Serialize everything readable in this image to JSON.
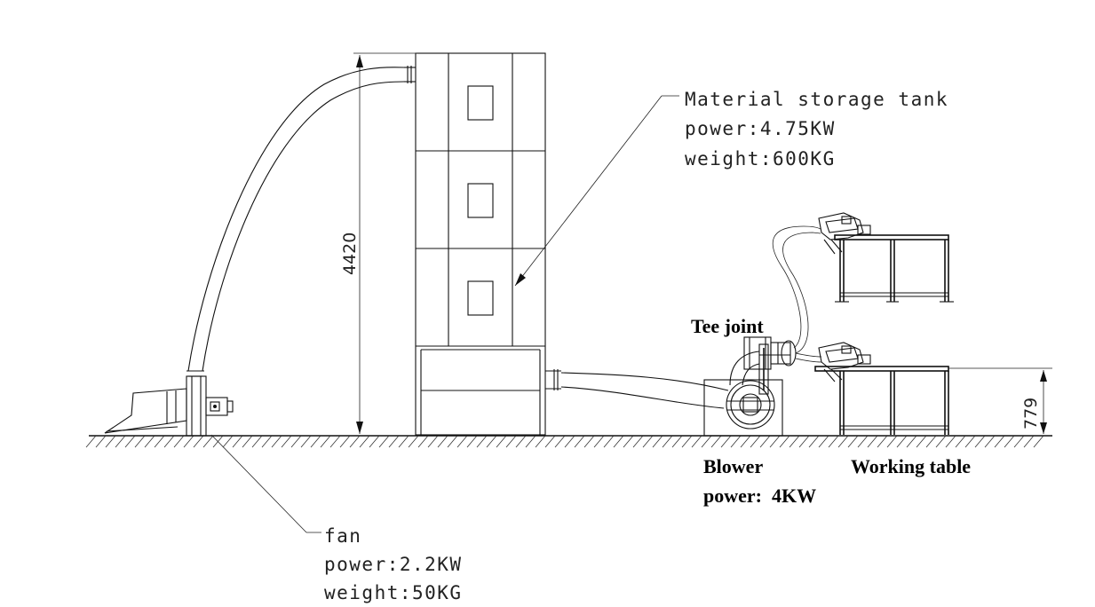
{
  "labels": {
    "tank_title": "Material storage tank",
    "tank_power": "power:4.75KW",
    "tank_weight": "weight:600KG",
    "tee_joint": "Tee joint",
    "blower_title": "Blower",
    "blower_power": "power:  4KW",
    "working_table": "Working table",
    "fan_title": "fan",
    "fan_power": "power:2.2KW",
    "fan_weight": "weight:50KG"
  },
  "dimensions": {
    "tank_height": "4420",
    "table_height": "779"
  }
}
